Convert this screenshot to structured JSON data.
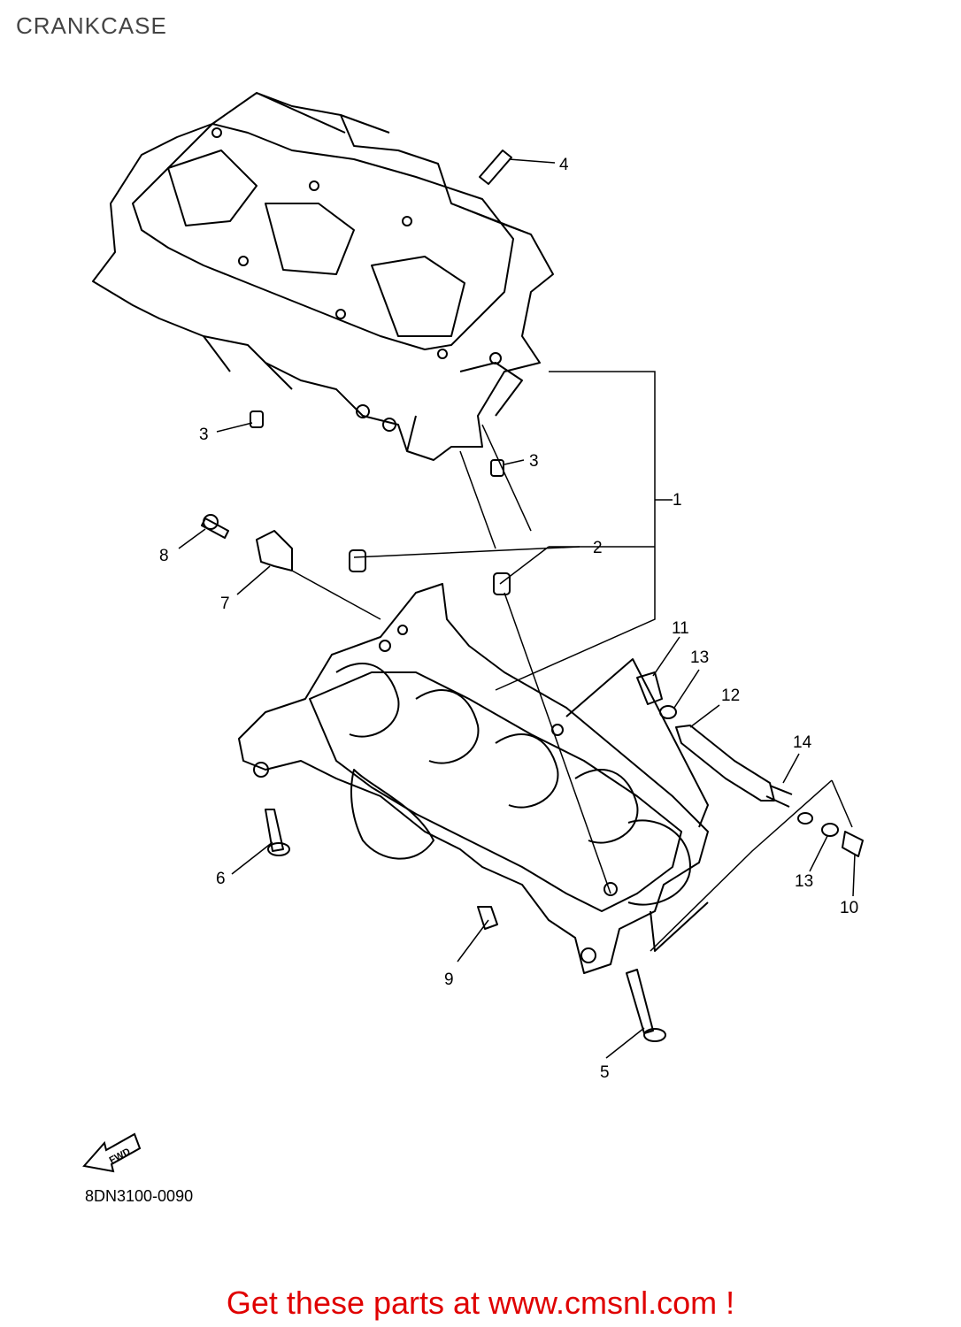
{
  "title": "CRANKCASE",
  "callouts": [
    "1",
    "2",
    "3",
    "3",
    "4",
    "5",
    "6",
    "7",
    "8",
    "9",
    "10",
    "11",
    "12",
    "13",
    "13",
    "14"
  ],
  "fwd_label": "FWD",
  "diagram_code": "8DN3100-0090",
  "promo": "Get these parts at www.cmsnl.com !",
  "colors": {
    "promo": "#e00000",
    "line": "#000000"
  }
}
